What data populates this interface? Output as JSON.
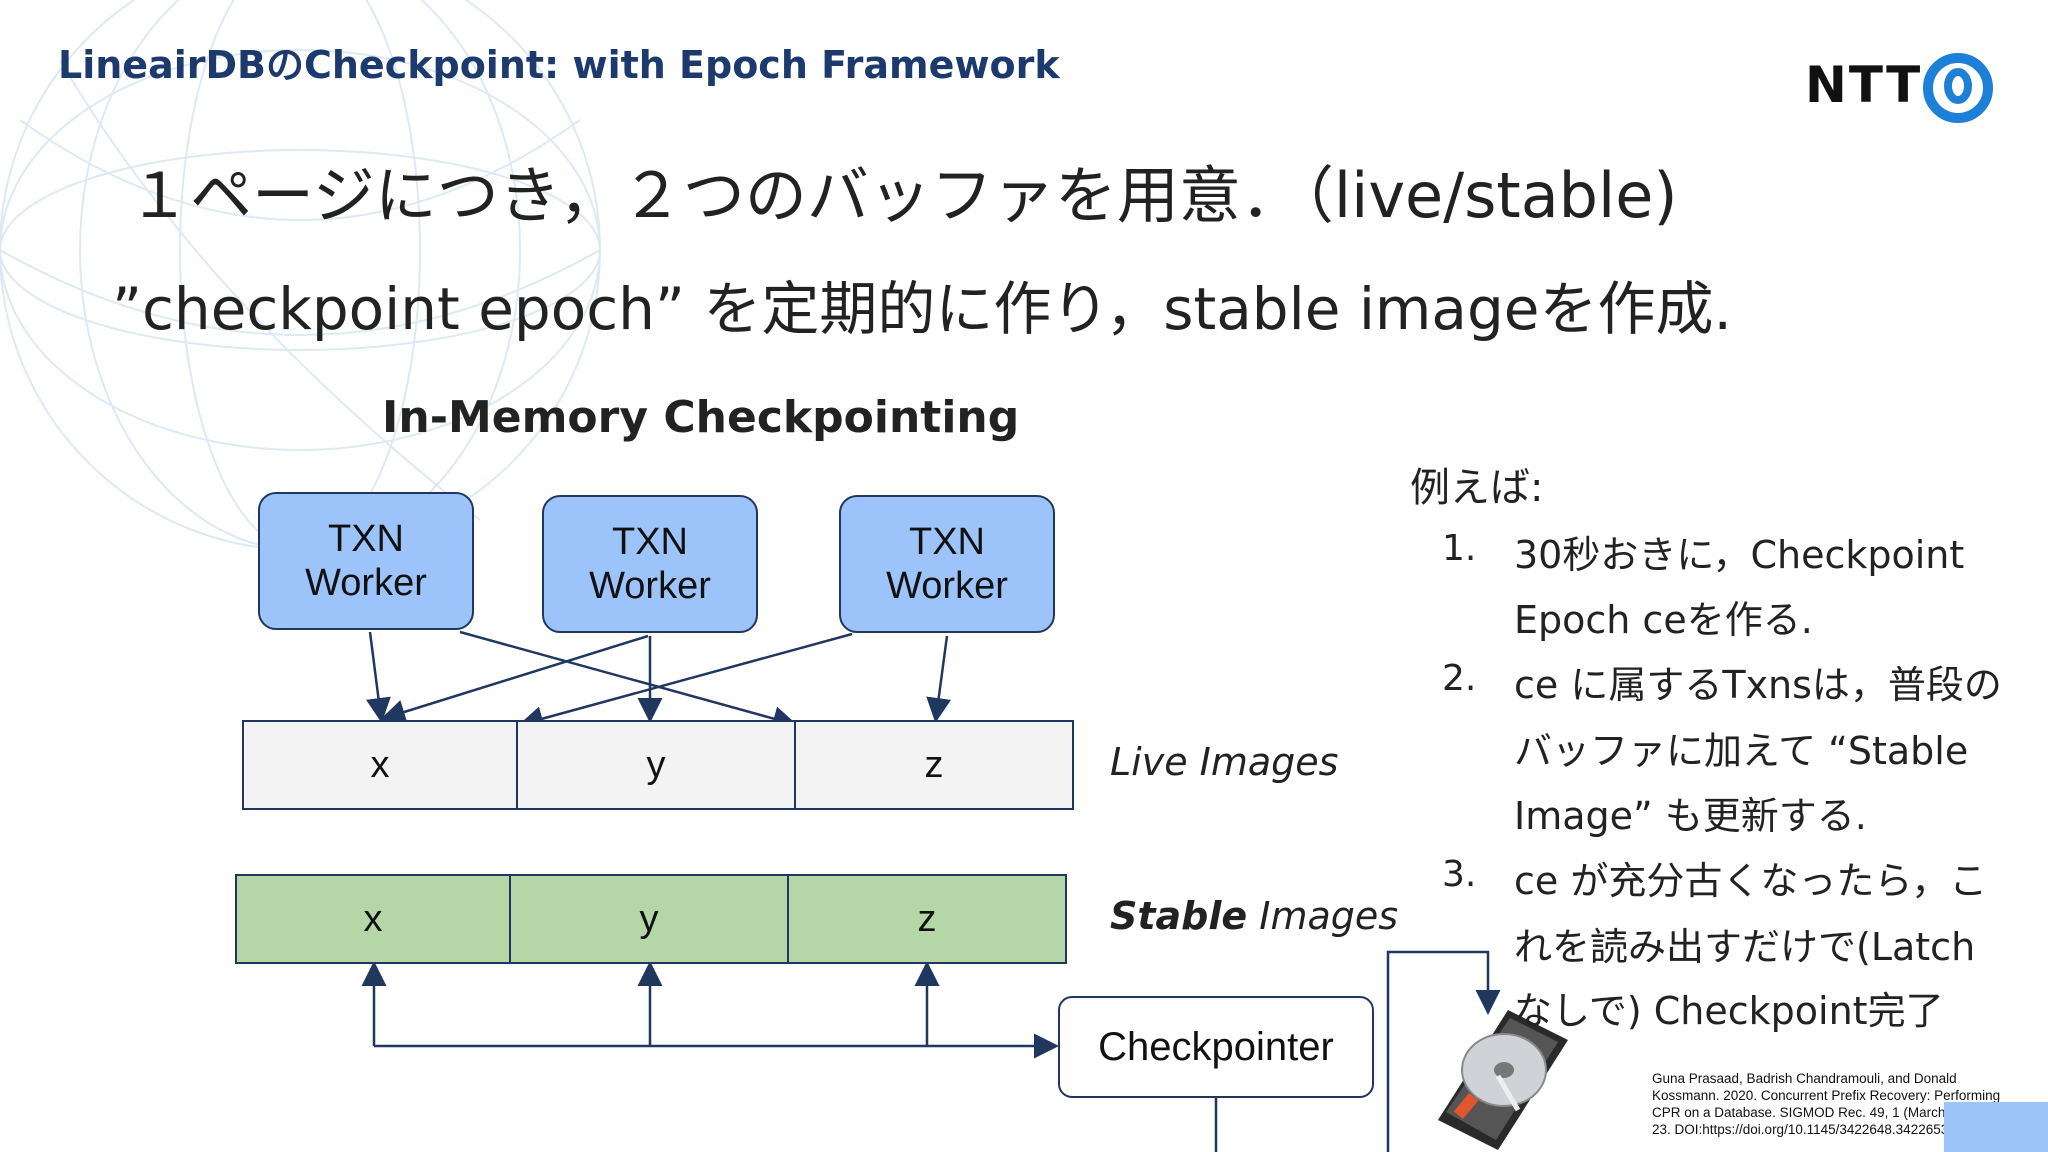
{
  "header": {
    "title": "LineairDBのCheckpoint: with Epoch Framework",
    "logo_text": "NTT"
  },
  "headline": {
    "line1": "１ページにつき，２つのバッファを用意．（live/stable)",
    "line2": "”checkpoint epoch” を定期的に作り，stable imageを作成."
  },
  "diagram": {
    "title": "In-Memory Checkpointing",
    "workers": [
      {
        "line1": "TXN",
        "line2": "Worker"
      },
      {
        "line1": "TXN",
        "line2": "Worker"
      },
      {
        "line1": "TXN",
        "line2": "Worker"
      }
    ],
    "live_cells": [
      "x",
      "y",
      "z"
    ],
    "stable_cells": [
      "x",
      "y",
      "z"
    ],
    "live_label": "Live Images",
    "stable_label_bold": "Stable",
    "stable_label_rest": " Images",
    "checkpointer_label": "Checkpointer"
  },
  "example": {
    "title": "例えば:",
    "items": [
      {
        "num": "1.",
        "lines": [
          "30秒おきに，Checkpoint",
          "Epoch ceを作る."
        ]
      },
      {
        "num": "2.",
        "lines": [
          "ce に属するTxnsは，普段の",
          "バッファに加えて “Stable",
          "Image” も更新する."
        ]
      },
      {
        "num": "3.",
        "lines": [
          "ce が充分古くなったら，こ",
          "れを読み出すだけで(Latch",
          "なしで) Checkpoint完了"
        ]
      }
    ]
  },
  "citation": "Guna Prasaad, Badrish Chandramouli, and Donald Kossmann. 2020. Concurrent Prefix Recovery: Performing CPR on a Database. SIGMOD Rec. 49, 1 (March 2020), 16–23. DOI:https://doi.org/10.1145/3422648.3422653",
  "colors": {
    "title_blue": "#1d3a6e",
    "worker_fill": "#9cc3fa",
    "live_fill": "#f3f3f3",
    "stable_fill": "#b5d6a7",
    "border": "#203760",
    "logo_blue": "#1e7fd6"
  }
}
